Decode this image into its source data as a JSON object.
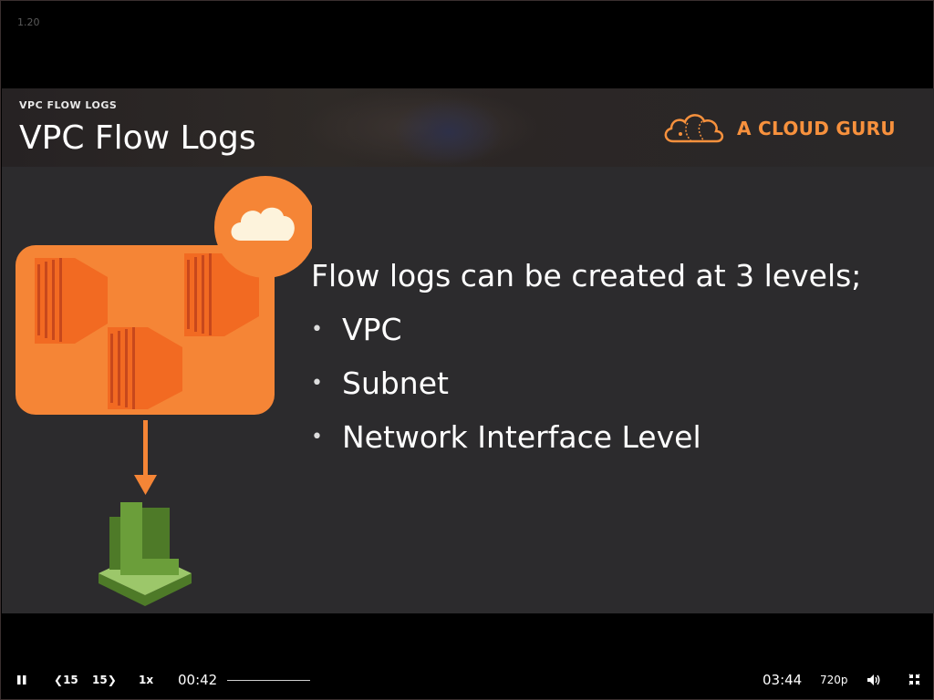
{
  "player": {
    "version_label": "1.20",
    "controls": {
      "rewind_label": "15",
      "forward_label": "15",
      "speed_label": "1x",
      "current_time": "00:42",
      "total_time": "03:44",
      "quality_label": "720p",
      "icons": [
        "pause-icon",
        "rewind-15-icon",
        "forward-15-icon",
        "volume-icon",
        "exit-fullscreen-icon"
      ]
    }
  },
  "slide": {
    "section_label": "VPC FLOW LOGS",
    "title": "VPC Flow Logs",
    "brand": "A CLOUD GURU",
    "lead": "Flow logs can be created at 3 levels;",
    "bullets": [
      "VPC",
      "Subnet",
      "Network Interface Level"
    ]
  },
  "colors": {
    "accent_orange": "#f7913d",
    "ec2_orange": "#f58536",
    "cloudwatch_green": "#6b9e3a",
    "slide_bg": "#2c2b2d"
  }
}
